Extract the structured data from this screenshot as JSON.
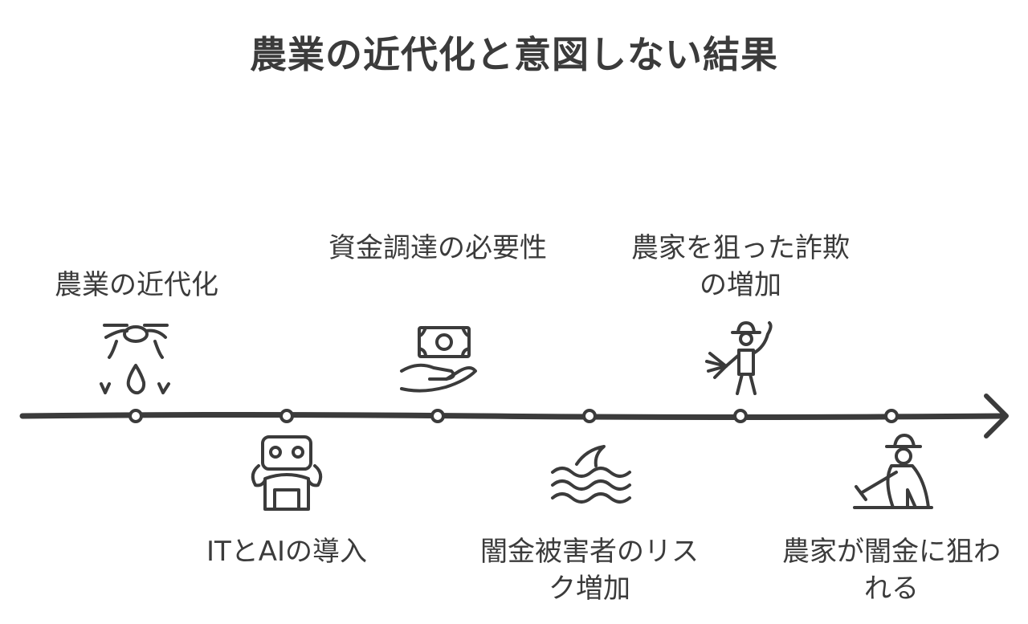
{
  "title": "農業の近代化と意図しない結果",
  "events": [
    {
      "label": "農業の近代化",
      "icon": "drone-watering-icon",
      "position": "above"
    },
    {
      "label": "ITとAIの導入",
      "icon": "robot-icon",
      "position": "below"
    },
    {
      "label": "資金調達の必要性",
      "icon": "money-hand-icon",
      "position": "above"
    },
    {
      "label": "闇金被害者のリスク増加",
      "icon": "shark-fin-icon",
      "position": "below"
    },
    {
      "label": "農家を狙った詐欺の増加",
      "icon": "farmer-icon",
      "position": "above"
    },
    {
      "label": "農家が闇金に狙われる",
      "icon": "farmer-hoe-icon",
      "position": "below"
    }
  ],
  "colors": {
    "stroke": "#3b3b3b",
    "background": "#ffffff"
  }
}
